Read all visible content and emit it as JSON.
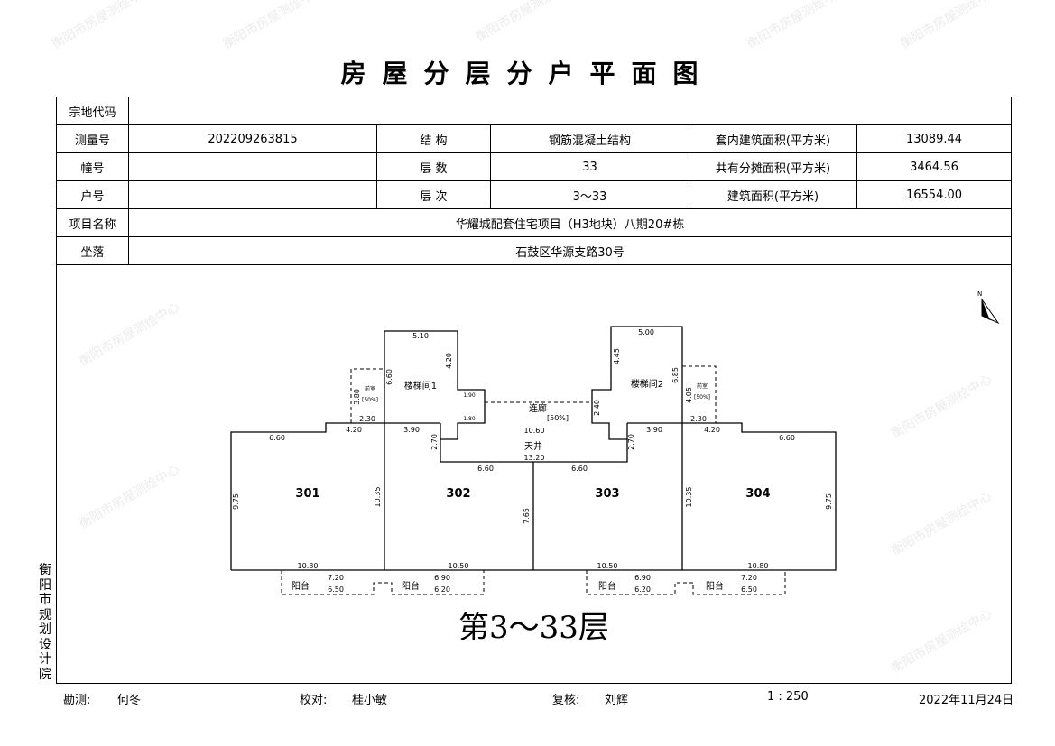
{
  "title": "房屋分层分户平面图",
  "watermark": "衡阳市房屋测绘中心",
  "info": {
    "parcel_code_label": "宗地代码",
    "parcel_code": "",
    "survey_no_label": "测量号",
    "survey_no": "202209263815",
    "structure_label": "结 构",
    "structure": "钢筋混凝土结构",
    "inner_area_label": "套内建筑面积(平方米)",
    "inner_area": "13089.44",
    "building_no_label": "幢号",
    "building_no": "",
    "floors_label": "层 数",
    "floors": "33",
    "shared_area_label": "共有分摊面积(平方米)",
    "shared_area": "3464.56",
    "unit_no_label": "户号",
    "unit_no": "",
    "floor_range_label": "层 次",
    "floor_range": "3～33",
    "total_area_label": "建筑面积(平方米)",
    "total_area": "16554.00",
    "project_label": "项目名称",
    "project": "华耀城配套住宅项目（H3地块）八期20#栋",
    "location_label": "坐落",
    "location": "石鼓区华源支路30号"
  },
  "plan": {
    "units": [
      "301",
      "302",
      "303",
      "304"
    ],
    "rooms": {
      "stair1": "楼梯间1",
      "stair2": "楼梯间2",
      "corridor": "连廊",
      "corridor_pct": "[50%]",
      "courtyard": "天井",
      "front1": "前室",
      "front_pct": "[50%]",
      "balcony": "阳台"
    },
    "dims": {
      "d510": "5.10",
      "d420a": "4.20",
      "d660v": "6.60",
      "d380": "3.80",
      "d230": "2.30",
      "d420": "4.20",
      "d390": "3.90",
      "d660": "6.60",
      "d270": "2.70",
      "d1060": "10.60",
      "d1320": "13.20",
      "d500": "5.00",
      "d445": "4.45",
      "d685": "6.85",
      "d405": "4.05",
      "d240": "2.40",
      "d975": "9.75",
      "d1035": "10.35",
      "d765": "7.65",
      "d1080": "10.80",
      "d1050": "10.50",
      "d720": "7.20",
      "d690": "6.90",
      "d650": "6.50",
      "d620": "6.20",
      "d190": "1.90",
      "d180": "1.80"
    },
    "floor_label": "第3～33层",
    "north": "N"
  },
  "side_text": "衡阳市规划设计院",
  "footer": {
    "survey_label": "勘测:",
    "surveyor": "何冬",
    "check_label": "校对:",
    "checker": "桂小敏",
    "review_label": "复核:",
    "reviewer": "刘辉",
    "scale": "1 : 250",
    "date": "2022年11月24日"
  }
}
